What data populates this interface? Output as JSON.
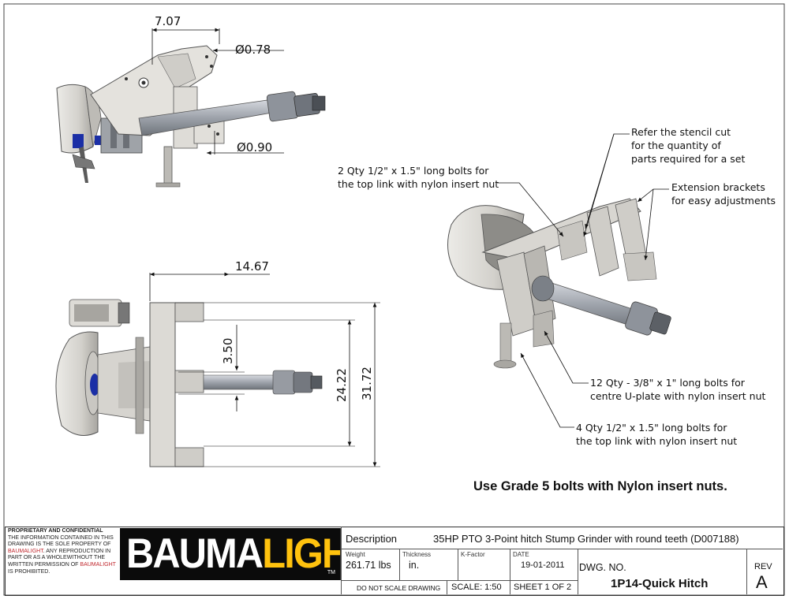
{
  "dimensions": {
    "d1": "7.07",
    "d2": "Ø0.78",
    "d3": "Ø0.90",
    "d4": "14.67",
    "d5": "3.50",
    "d6": "24.22",
    "d7": "31.72"
  },
  "callouts": [
    {
      "line1": "Refer the stencil cut",
      "line2": "for the quantity of",
      "line3": "parts required for a set"
    },
    {
      "line1": "2 Qty 1/2\" x 1.5\" long bolts for",
      "line2": "the top link with nylon insert nut"
    },
    {
      "line1": "Extension brackets",
      "line2": "for easy adjustments"
    },
    {
      "line1": "12 Qty - 3/8\" x 1\" long bolts for",
      "line2": "centre U-plate with nylon insert nut"
    },
    {
      "line1": "4 Qty 1/2\" x 1.5\" long bolts for",
      "line2": "the top link with nylon insert nut"
    }
  ],
  "note": "Use Grade 5 bolts with Nylon insert nuts.",
  "title_block": {
    "proprietary_heading": "PROPRIETARY AND CONFIDENTIAL",
    "proprietary_text_1": "THE INFORMATION CONTAINED IN THIS DRAWING IS THE SOLE PROPERTY OF",
    "proprietary_brand_1": "BAUMALIGHT",
    "proprietary_text_2": ". ANY REPRODUCTION IN PART OR AS A WHOLEWITHOUT THE WRITTEN PERMISSION OF",
    "proprietary_brand_2": "BAUMALIGHT",
    "proprietary_text_3": "IS PROHIBITED.",
    "logo_part1": "BAUMA",
    "logo_part2": "LIGHT",
    "logo_tm": "TM",
    "description_label": "Description",
    "description": "35HP PTO 3-Point hitch Stump Grinder with round teeth (D007188)",
    "weight_label": "Weight",
    "weight": "261.71 lbs",
    "thickness_label": "Thickness",
    "thickness": "in.",
    "kfactor_label": "K-Factor",
    "kfactor": "",
    "date_label": "DATE",
    "date": "19-01-2011",
    "dwg_label": "DWG. NO.",
    "dwg_no": "1P14-Quick Hitch",
    "rev_label": "REV",
    "rev": "A",
    "no_scale": "DO NOT SCALE DRAWING",
    "scale": "SCALE: 1:50",
    "sheet": "SHEET 1 OF 2"
  },
  "colors": {
    "metal_light": "#d9d7d2",
    "metal_mid": "#b8b6b1",
    "metal_dark": "#8d8c88",
    "shaft": "#a9adb4",
    "motor_blue": "#1b2fa6",
    "logo_yellow": "#ffc20e",
    "brand_red": "#c0272d"
  }
}
